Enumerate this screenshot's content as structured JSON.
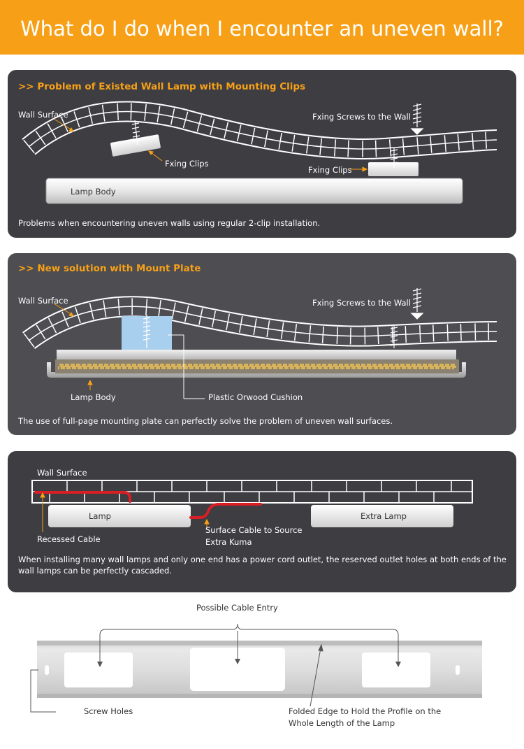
{
  "header": {
    "title": "What do I do when I encounter an uneven wall?"
  },
  "panel1": {
    "title": ">> Problem of Existed Wall Lamp with Mounting Clips",
    "wall_label": "Wall Surface",
    "screws_label": "Fxing Screws to the Wall",
    "clips_label_1": "Fxing Clips",
    "clips_label_2": "Fxing Clips",
    "lamp_label": "Lamp Body",
    "description": "Problems when encountering uneven walls using regular 2-clip installation."
  },
  "panel2": {
    "title": ">> New solution with Mount Plate",
    "wall_label": "Wall Surface",
    "screws_label": "Fxing Screws to the Wall",
    "lamp_label": "Lamp Body",
    "cushion_label": "Plastic Orwood Cushion",
    "description": "The use of full-page mounting plate can perfectly solve the problem of uneven wall surfaces."
  },
  "panel3": {
    "wall_label": "Wall Surface",
    "lamp_label": "Lamp",
    "extra_lamp_label": "Extra Lamp",
    "recessed_label": "Recessed Cable",
    "surface_cable_line1": "Surface Cable to Source",
    "surface_cable_line2": "Extra Kuma",
    "description": "When installing many wall lamps and only one end has a power cord outlet, the reserved outlet holes at both ends of the wall lamps can be perfectly cascaded."
  },
  "profile": {
    "cable_entry_label": "Possible Cable Entry",
    "screw_holes_label": "Screw Holes",
    "folded_edge_line1": "Folded Edge to Hold the Profile on the",
    "folded_edge_line2": "Whole Length of the Lamp"
  },
  "colors": {
    "accent": "#f7a017",
    "panel_dark": "#3d3d42",
    "panel_mid": "#4d4d52",
    "cable": "#d81f26",
    "cushion": "#a9cfee"
  }
}
